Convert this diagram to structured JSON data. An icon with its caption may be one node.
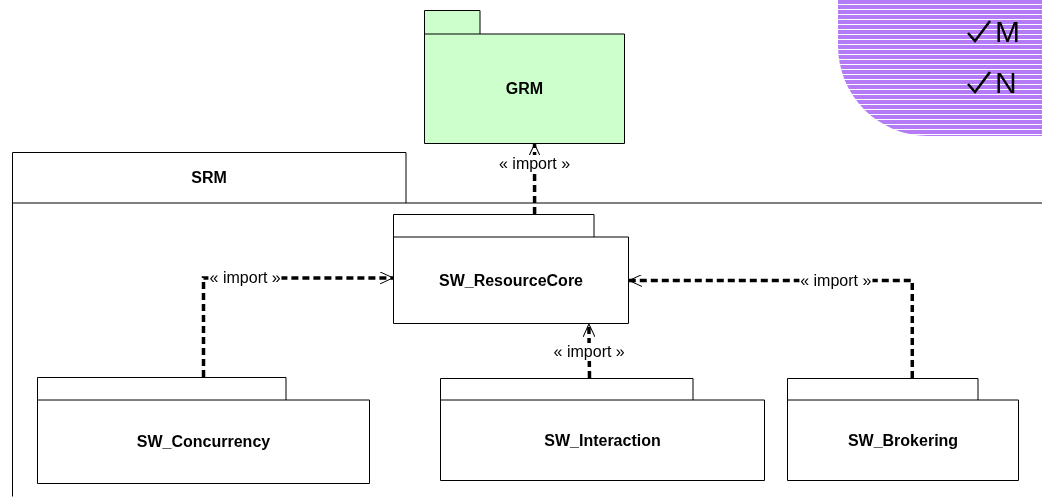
{
  "diagram": {
    "nodes": [
      {
        "text": [
          "GRM"
        ]
      },
      {
        "text": [
          "SRM"
        ]
      },
      {
        "text": [
          "SW_ResourceCore"
        ],
        "in": 1
      },
      {
        "text": [
          "SW_Concurrency"
        ],
        "in": 1
      },
      {
        "text": [
          "SW_Interaction"
        ],
        "in": 1
      },
      {
        "text": [
          "SW_Brokering"
        ],
        "in": 1
      },
      {
        "text": [
          "M",
          "N"
        ]
      }
    ],
    "edges": [
      {
        "from": 2,
        "to": 0,
        "arrow": "to",
        "label": "« import »",
        "style": "dashed"
      },
      {
        "from": 3,
        "to": 2,
        "arrow": "to",
        "label": "« import »",
        "style": "dashed"
      },
      {
        "from": 4,
        "to": 2,
        "arrow": "to",
        "label": "« import »",
        "style": "dashed"
      },
      {
        "from": 5,
        "to": 2,
        "arrow": "to",
        "label": "« import »",
        "style": "dashed"
      }
    ]
  }
}
